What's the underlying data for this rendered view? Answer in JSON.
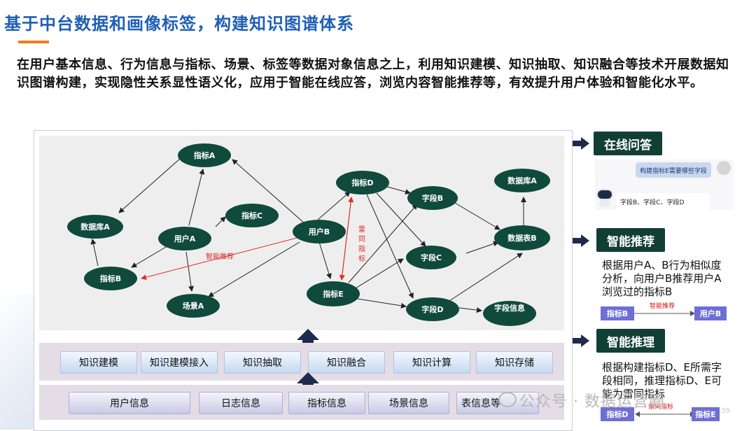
{
  "title": "基于中台数据和画像标签，构建知识图谱体系",
  "intro": "在用户基本信息、行为信息与指标、场景、标签等数据对象信息之上，利用知识建模、知识抽取、知识融合等技术开展数据知识图谱构建，实现隐性关系显性语义化，应用于智能在线应答，浏览内容智能推荐等，有效提升用户体验和智能化水平。",
  "graph": {
    "nodes": {
      "zhibiao_a": "指标A",
      "shujuku_a_left": "数据库A",
      "yonghu_a": "用户A",
      "zhibiao_c": "指标C",
      "yonghu_b": "用户B",
      "zhibiao_d": "指标D",
      "ziduan_b": "字段B",
      "shujuku_a_right": "数据库A",
      "shujubiao_b": "数据表B",
      "ziduan_c": "字段C",
      "zhibiao_b": "指标B",
      "changjing_a": "场景A",
      "zhibiao_e": "指标E",
      "ziduan_d": "字段D",
      "ziduan_xinxi": "字段信息"
    },
    "edge_labels": {
      "smart_recommend": "智能推荐",
      "thunder_1": "雷",
      "thunder_2": "同",
      "thunder_3": "指",
      "thunder_4": "标"
    },
    "colors": {
      "node": "#0f4a3c",
      "edge": "#222222",
      "highlight": "#e32a2a"
    }
  },
  "capabilities": [
    "知识建模",
    "知识建模接入",
    "知识抽取",
    "知识融合",
    "知识计算",
    "知识存储"
  ],
  "sources": [
    "用户信息",
    "日志信息",
    "指标信息",
    "场景信息",
    "表信息等"
  ],
  "panels": {
    "qa": {
      "tag": "在线问答",
      "question": "构建指标E需要哪些字段",
      "answer": "字段B、字段C、字段D"
    },
    "recommend": {
      "tag": "智能推荐",
      "line1": "根据用户A、B行为相似度",
      "line2": "分析，向用户B推荐用户A",
      "line3": "浏览过的指标B",
      "node_left": "指标B",
      "node_right": "用户B",
      "edge_label": "智能推荐"
    },
    "reasoning": {
      "tag": "智能推理",
      "line1": "根据构建指标D、E所需字",
      "line2": "段相同，推理指标D、E可",
      "line3": "能为雷同指标",
      "node_left": "指标D",
      "node_right": "指标E",
      "edge_label": "雷同指标"
    }
  },
  "watermark": "公众号 · 数据运营圈",
  "page_number": "39"
}
